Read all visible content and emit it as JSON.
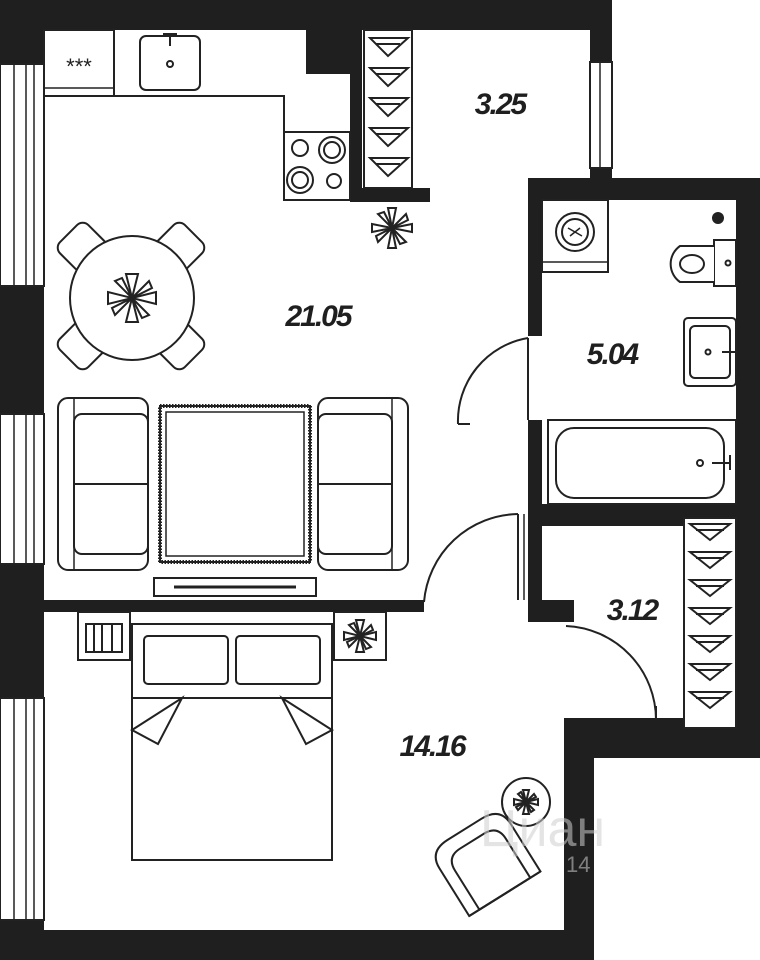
{
  "rooms": {
    "kitchen_living": {
      "area": "21.05"
    },
    "wardrobe_top": {
      "area": "3.25"
    },
    "bathroom": {
      "area": "5.04"
    },
    "wardrobe_bottom": {
      "area": "3.12"
    },
    "bedroom": {
      "area": "14.16"
    }
  },
  "kitchen": {
    "stove_mark": "***"
  },
  "watermark": {
    "text": "Циан",
    "sub": "14"
  },
  "colors": {
    "wall": "#1f1f1f",
    "floor": "#ffffff",
    "line": "#222222"
  }
}
